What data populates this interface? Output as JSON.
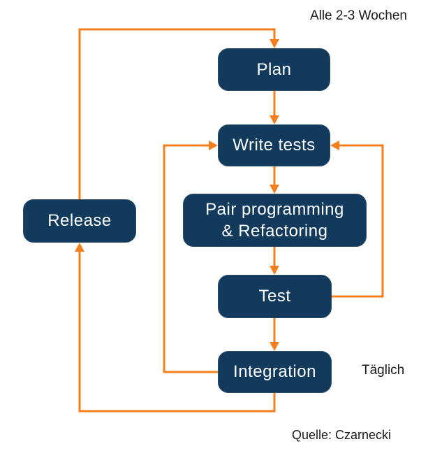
{
  "colors": {
    "background": "#FFFFFF",
    "node_fill": "#113A5C",
    "node_text": "#FFFFFF",
    "edge": "#F57F1F",
    "label_text": "#1A1A1A"
  },
  "nodes": {
    "plan": {
      "label": "Plan"
    },
    "write_tests": {
      "label": "Write tests"
    },
    "pair_programming": {
      "label_lines": [
        "Pair programming",
        "& Refactoring"
      ]
    },
    "test": {
      "label": "Test"
    },
    "integration": {
      "label": "Integration"
    },
    "release": {
      "label": "Release"
    }
  },
  "annotations": {
    "cycle_note": "Alle 2-3 Wochen",
    "daily_note": "Täglich",
    "source_note": "Quelle: Czarnecki"
  }
}
